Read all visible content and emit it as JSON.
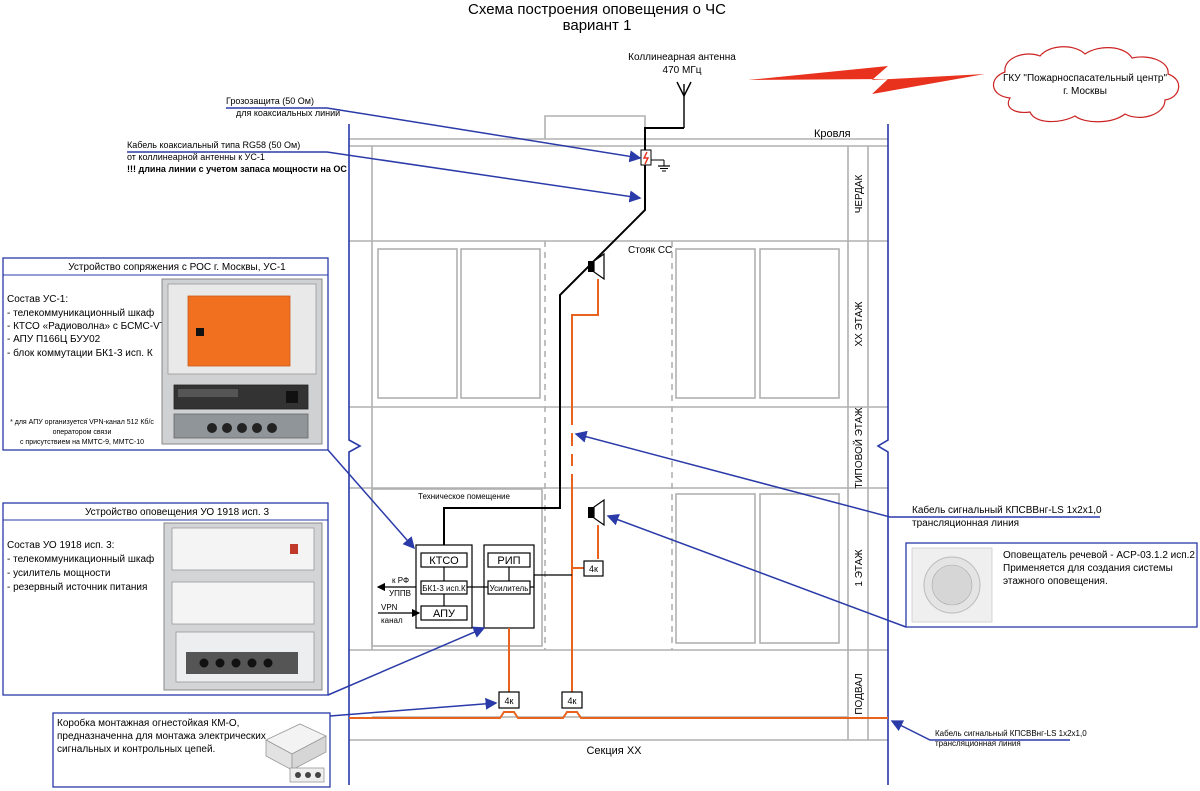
{
  "title": {
    "line1": "Схема построения оповещения о ЧС",
    "line2": "вариант 1"
  },
  "antenna": {
    "line1": "Коллинеарная антенна",
    "line2": "470 МГц"
  },
  "center": {
    "line1": "ГКУ \"Пожарноспасательный центр\"",
    "line2": "г. Москвы"
  },
  "lightning_protection": {
    "line1": "Грозозащита (50 Ом)",
    "line2": "для коаксиальных линий"
  },
  "coax_cable": {
    "line1": "Кабель коаксиальный типа RG58 (50 Ом)",
    "line2": "от коллинеарной антенны к УС-1",
    "line3": "!!! длина линии с учетом запаса мощности на ОС"
  },
  "floors": {
    "roof": "Кровля",
    "attic": "ЧЕРДАК",
    "xx": "ХХ ЭТАЖ",
    "typical": "ТИПОВОЙ ЭТАЖ",
    "first": "1 ЭТАЖ",
    "basement": "ПОДВАЛ",
    "section": "Секция ХХ"
  },
  "riser_label": "Стояк СС",
  "us1": {
    "heading": "Устройство сопряжения с РОС г. Москвы, УС-1",
    "composition_title": "Состав УС-1:",
    "items": [
      "- телекоммуникационный шкаф",
      "- КТСО «Радиоволна» с БСМС-VT",
      "- АПУ П166Ц БУУ02",
      "- блок коммутации БК1-3 исп. К"
    ],
    "note": [
      "* для АПУ организуется VPN-канал 512 Кб/с",
      "оператором связи",
      "с присутствием на ММТС-9, ММТС-10"
    ]
  },
  "uo": {
    "heading": "Устройство оповещения УО 1918 исп. 3",
    "composition_title": "Состав УО 1918 исп. 3:",
    "items": [
      "- телекоммуникационный шкаф",
      "- усилитель мощности",
      "- резервный источник питания"
    ]
  },
  "tech_room": {
    "label": "Техническое помещение",
    "ktso": "КТСО",
    "bk": "БК1-3 исп.К",
    "apu": "АПУ",
    "rip": "РИП",
    "amp": "Усилитель",
    "rf_line1": "к РФ",
    "rf_line2": "УППВ",
    "vpn_line1": "VPN",
    "vpn_line2": "канал"
  },
  "junction_label": "4к",
  "signal_cable_right": {
    "line1": "Кабель сигнальный КПСВВнг-LS 1х2х1,0",
    "line2": "трансляционная линия"
  },
  "speaker_box": {
    "line1": "Оповещатель речевой - АСР-03.1.2 исп.2",
    "line2": "Применяется для создания системы",
    "line3": "этажного оповещения."
  },
  "km_box": {
    "line1": "Коробка монтажная огнестойкая КМ-О,",
    "line2": "предназначенна для монтажа электрических",
    "line3": "сигнальных и контрольных цепей."
  },
  "signal_cable_bottom": {
    "line1": "Кабель сигнальный КПСВВнг-LS 1х2х1,0",
    "line2": "трансляционная линия"
  },
  "colors": {
    "wall": "#2a3aa8",
    "grid": "#b0b0b0",
    "orange": "#e8641e",
    "cable_black": "#000000",
    "lightning": "#e8321e",
    "cabinet_orange": "#f07020"
  }
}
